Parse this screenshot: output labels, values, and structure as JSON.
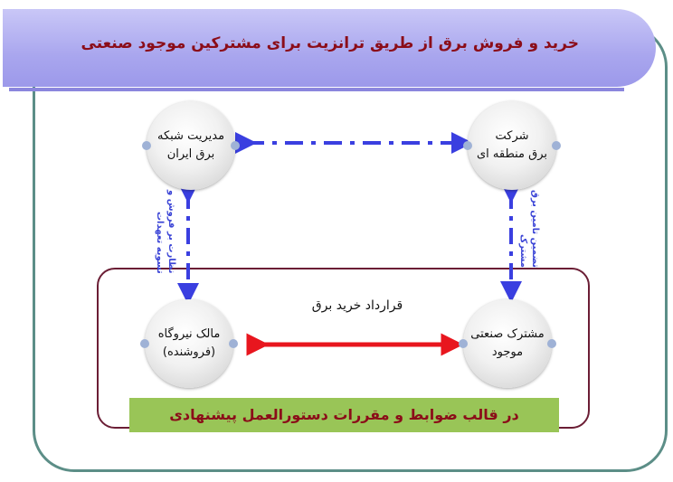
{
  "title": "خرید و فروش برق از طریق ترانزیت برای مشترکین موجود صنعتی",
  "nodes": {
    "grid_mgmt": {
      "line1": "مدیریت شبکه",
      "line2": "برق ایران"
    },
    "regional": {
      "line1": "شرکت",
      "line2": "برق منطقه ای"
    },
    "plant_owner": {
      "line1": "مالک نیروگاه",
      "line2": "(فروشنده)"
    },
    "industrial": {
      "line1": "مشترک صنعتی",
      "line2": "موجود"
    }
  },
  "edge_labels": {
    "left_line1": "نظارت بر فروش و",
    "left_line2": "تسویه تعهدات",
    "right_line1": "تضمین تامین برق",
    "right_line2": "مشترک"
  },
  "contract_label": "قرارداد خرید برق",
  "footer": "در قالب ضوابط و مقررات دستورالعمل پیشنهادی",
  "colors": {
    "blue_arrow": "#3a3fe0",
    "red_arrow": "#e8161e",
    "green_bar": "#99c557",
    "title_text": "#8b0d19"
  }
}
